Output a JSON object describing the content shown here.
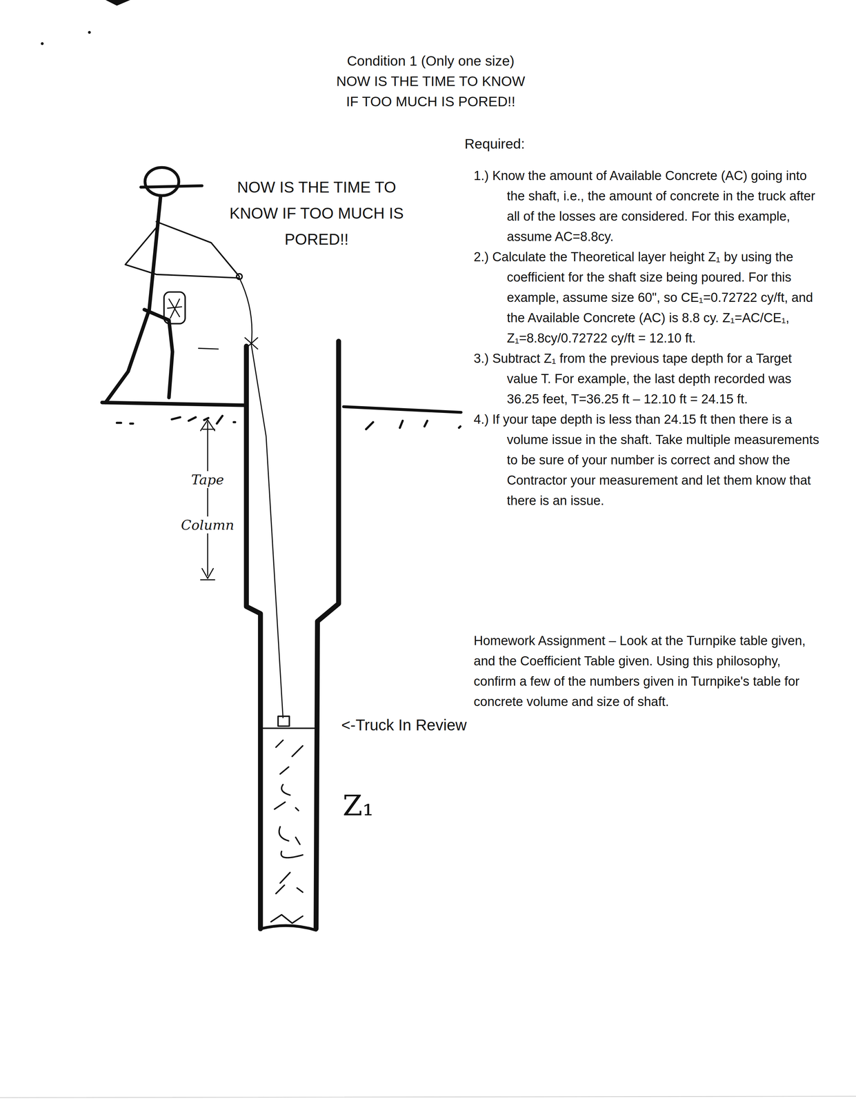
{
  "diagram": {
    "title": "Condition 1 (Only one size)",
    "labels": [
      "NOW IS THE TIME TO KNOW IF TOO MUCH IS PORED!!",
      "Required:",
      "1.) Know the amount of Available Concrete (AC) going into the shaft, i.e., the amount of concrete in the truck after all of the losses are considered. For this example, assume AC=8.8cy.",
      "2.) Calculate the Theoretical layer height Z₁ by using the coefficient for the shaft size being poured. For this example, assume size 60\", so CE₁=0.72722 cy/ft, and the Available Concrete (AC) is 8.8 cy. Z₁=AC/CE₁, Z₁=8.8cy/0.72722 cy/ft = 12.10 ft.",
      "3.) Subtract Z₁ from the previous tape depth for a Target value T. For example, the last depth recorded was 36.25 feet, T=36.25 ft – 12.10 ft = 24.15 ft.",
      "4.) If your tape depth is less than 24.15 ft then there is a volume issue in the shaft. Take multiple measurements to be sure of your number is correct and show the Contractor your measurement and let them know that there is an issue.",
      "Homework Assignment – Look at the Turnpike table given, and the Coefficient Table given. Using this philosophy, confirm a few of the numbers given in Turnpike's table for concrete volume and size of shaft.",
      "NOW IS THE TIME TO KNOW IF TOO MUCH IS PORED!!",
      "<-Truck In Review",
      "Z₁",
      "Tape",
      "Column"
    ]
  }
}
